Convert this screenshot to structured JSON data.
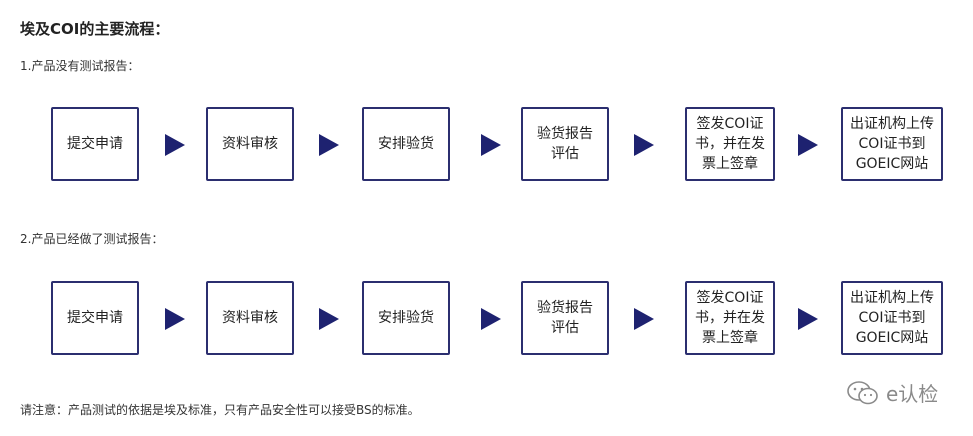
{
  "title": "埃及COI的主要流程：",
  "flows": [
    {
      "heading": "1.产品没有测试报告：",
      "steps": [
        {
          "label": "提交申请"
        },
        {
          "label": "资料审核"
        },
        {
          "label": "安排验货"
        },
        {
          "label": "验货报告\n评估"
        },
        {
          "label": "签发COI证\n书，并在发\n票上签章"
        },
        {
          "label": "出证机构上传\nCOI证书到\nGOEIC网站"
        }
      ]
    },
    {
      "heading": "2.产品已经做了测试报告：",
      "steps": [
        {
          "label": "提交申请"
        },
        {
          "label": "资料审核"
        },
        {
          "label": "安排验货"
        },
        {
          "label": "验货报告\n评估"
        },
        {
          "label": "签发COI证\n书，并在发\n票上签章"
        },
        {
          "label": "出证机构上传\nCOI证书到\nGOEIC网站"
        }
      ]
    }
  ],
  "note": "请注意：产品测试的依据是埃及标准，只有产品安全性可以接受BS的标准。",
  "watermark": {
    "icon": "wechat-icon",
    "text": "e认检"
  },
  "colors": {
    "box_border": "#2b2e6f",
    "arrow": "#1e2270"
  }
}
